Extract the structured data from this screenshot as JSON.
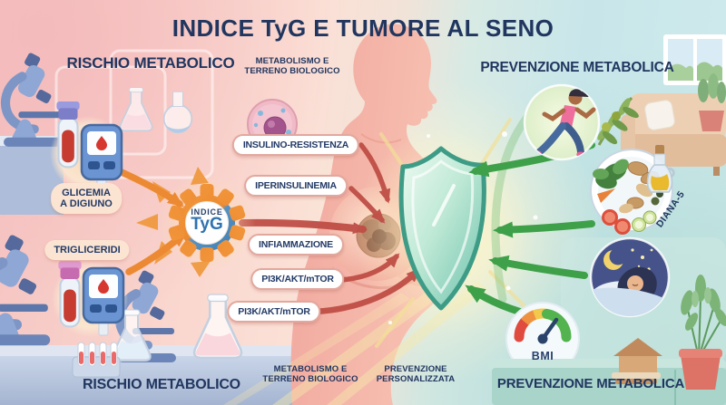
{
  "title": "INDICE TyG E TUMORE AL SENO",
  "sections": {
    "left": {
      "header": "RISCHIO METABOLICO",
      "footer": "RISCHIO METABOLICO",
      "glicemia_line1": "GLICEMIA",
      "glicemia_line2": "A DIGIUNO",
      "trigliceridi": "TRIGLICERIDI"
    },
    "center": {
      "top_note_line1": "METABOLISMO E",
      "top_note_line2": "TERRENO BIOLOGICO",
      "bottom_note_line1": "METABOLISMO E",
      "bottom_note_line2": "TERRENO BIOLOGICO",
      "prevention_line1": "PREVENZIONE",
      "prevention_line2": "PERSONALIZZATA",
      "gear_line1": "INDICE",
      "gear_line2": "TyG",
      "pills": [
        "INSULINO-RESISTENZA",
        "IPERINSULINEMIA",
        "INFIAMMAZIONE",
        "PI3K/AKT/mTOR",
        "PI3K/AKT/mTOR"
      ]
    },
    "right": {
      "header": "PREVENZIONE METABOLICA",
      "footer": "PREVENZIONE METABOLICA",
      "diana_label": "DIANA-5",
      "bmi_label": "BMI"
    }
  },
  "colors": {
    "title_text": "#21365f",
    "risk_arrow_orange": "#ec8a33",
    "pathway_arrow_red": "#bf4e46",
    "prevention_arrow_green": "#3fa04a",
    "shield_teal": "#6cc2ac",
    "gear_orange": "#f49a3d",
    "gear_blue": "#3c7ab0",
    "left_panel_pink": "#f5c5c2",
    "right_panel_blue": "#c8e6ea"
  }
}
